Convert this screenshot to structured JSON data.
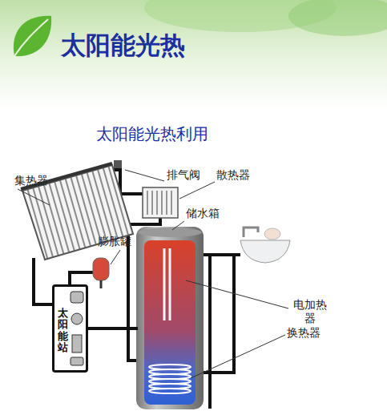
{
  "diagram": {
    "title": "太阳能光热",
    "caption": "太阳能光热利用",
    "nodes": [
      {
        "text": [
          "太阳能站"
        ]
      },
      {
        "text": [
          "储水箱"
        ]
      }
    ],
    "edges": [
      {
        "from": 0,
        "to": 1,
        "arrow": "none"
      }
    ],
    "labels": [
      "集热器",
      "排气阀",
      "散热器",
      "膨胀罐",
      "电加热器",
      "换热器"
    ]
  }
}
